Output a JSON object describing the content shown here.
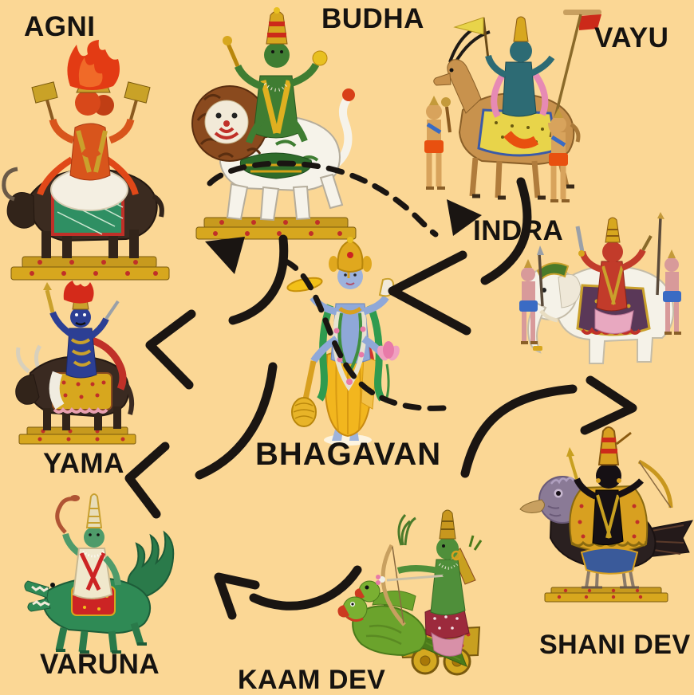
{
  "background_color": "#fbd795",
  "text_color": "#161310",
  "arrow_color": "#1a1512",
  "labels": {
    "agni": "AGNI",
    "budha": "BUDHA",
    "vayu": "VAYU",
    "indra": "INDRA",
    "bhagavan": "BHAGAVAN",
    "yama": "YAMA",
    "varuna": "VARUNA",
    "kaam_dev": "KAAM DEV",
    "shani_dev": "SHANI DEV"
  },
  "figures": [
    {
      "id": "agni",
      "label": "AGNI",
      "icon": "agni-on-ram-icon",
      "depiction": "two-headed flame-crowned deity with axes riding a dark ram on a gold pedestal"
    },
    {
      "id": "budha",
      "label": "BUDHA",
      "icon": "budha-on-lion-icon",
      "depiction": "green four-armed deity riding a white lion with brown mane on a gold pedestal"
    },
    {
      "id": "vayu",
      "label": "VAYU",
      "icon": "vayu-on-antelope-icon",
      "depiction": "teal deity with banner riding a brown antelope, flanked by two attendants"
    },
    {
      "id": "indra",
      "label": "INDRA",
      "icon": "indra-on-elephant-icon",
      "depiction": "red deity riding white elephant Airavata with two spear-bearing attendants"
    },
    {
      "id": "bhagavan",
      "label": "BHAGAVAN",
      "icon": "vishnu-standing-icon",
      "depiction": "blue four-armed Vishnu with chakra, conch, mace and lotus, yellow dhoti"
    },
    {
      "id": "yama",
      "label": "YAMA",
      "icon": "yama-on-buffalo-icon",
      "depiction": "indigo flame-crowned deity riding a dark buffalo on a gold pedestal"
    },
    {
      "id": "varuna",
      "label": "VARUNA",
      "icon": "varuna-on-makara-icon",
      "depiction": "green deity with noose riding a green crocodile makara"
    },
    {
      "id": "kaam_dev",
      "label": "KAAM DEV",
      "icon": "kaamdev-parrot-chariot-icon",
      "depiction": "green archer with flower bow kneeling on a chariot drawn by green parrots"
    },
    {
      "id": "shani_dev",
      "label": "SHANI DEV",
      "icon": "shani-on-crow-icon",
      "depiction": "black four-armed deity with bow seated on a giant dark crow on a gold pedestal"
    }
  ],
  "arrows": [
    {
      "from": "indra",
      "to": "bhagavan",
      "style": "solid"
    },
    {
      "from": "budha",
      "to": "yama",
      "style": "solid"
    },
    {
      "from": "bhagavan",
      "to": "yama",
      "style": "solid"
    },
    {
      "from": "kaam_dev",
      "to": "varuna",
      "style": "solid"
    },
    {
      "from": "bhagavan",
      "to": "shani_dev",
      "style": "solid"
    },
    {
      "from": "budha",
      "to": "indra",
      "style": "dashed"
    },
    {
      "from": "bhagavan",
      "to": "budha",
      "style": "dashed"
    }
  ]
}
